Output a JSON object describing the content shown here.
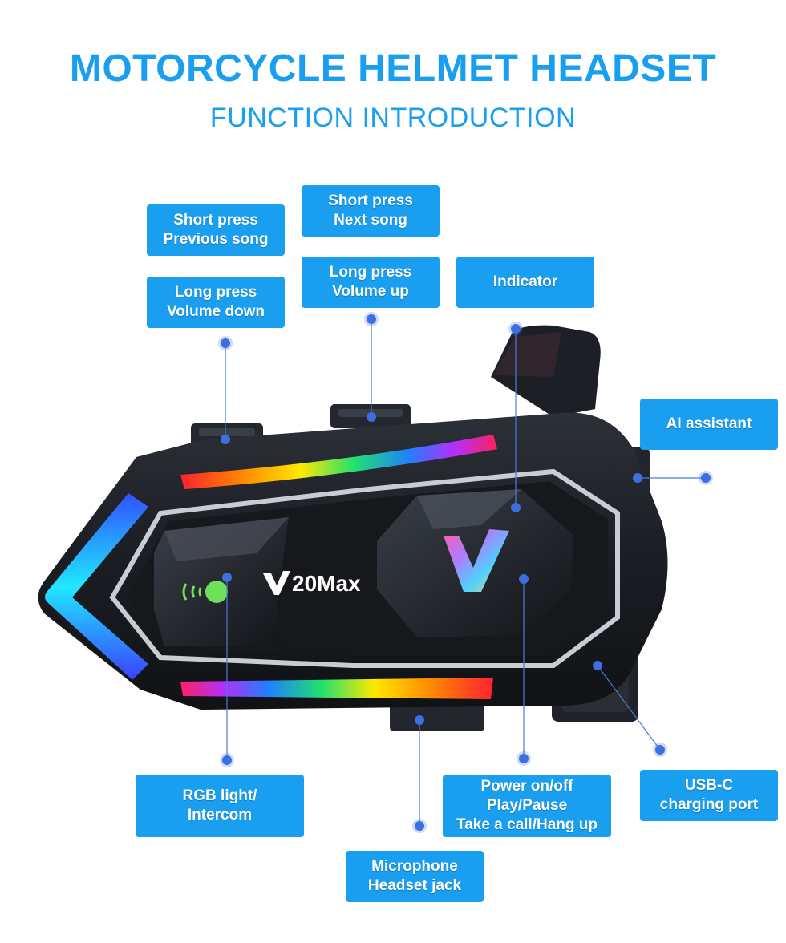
{
  "header": {
    "title": "MOTORCYCLE HELMET HEADSET",
    "subtitle": "FUNCTION INTRODUCTION"
  },
  "colors": {
    "title": "#1a9ff0",
    "label_bg": "#1a9ff0",
    "leader_line": "#4a7bd8",
    "dot": "#3d6fe0",
    "device_body": "#1f2228"
  },
  "device": {
    "model_text": "20Max"
  },
  "labels": {
    "previous_song": {
      "line1": "Short press",
      "line2": "Previous song"
    },
    "next_song": {
      "line1": "Short press",
      "line2": "Next song"
    },
    "volume_down": {
      "line1": "Long press",
      "line2": "Volume down"
    },
    "volume_up": {
      "line1": "Long press",
      "line2": "Volume up"
    },
    "indicator": {
      "line1": "Indicator"
    },
    "ai_assistant": {
      "line1": "AI assistant"
    },
    "rgb_light": {
      "line1": "RGB light/",
      "line2": "Intercom"
    },
    "power": {
      "line1": "Power on/off",
      "line2": "Play/Pause",
      "line3": "Take a call/Hang up"
    },
    "usb_c": {
      "line1": "USB-C",
      "line2": "charging port"
    },
    "microphone": {
      "line1": "Microphone",
      "line2": "Headset jack"
    }
  }
}
